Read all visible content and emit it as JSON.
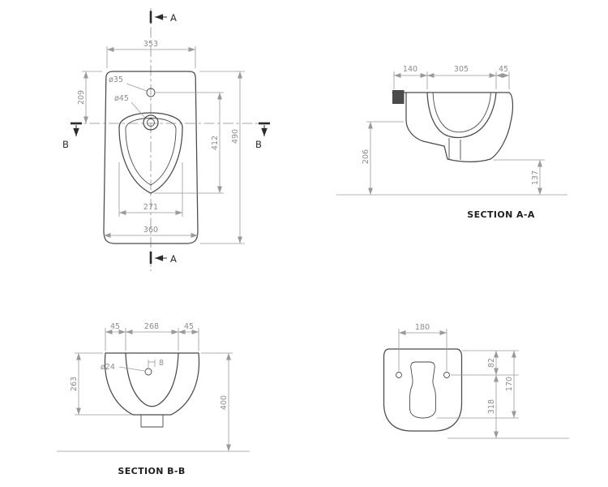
{
  "drawing": {
    "plan": {
      "dim_width_top": "353",
      "dim_back_to_hole": "209",
      "dim_total_depth": "490",
      "dim_hole_to_front": "412",
      "dim_bowl_width": "271",
      "dim_width_bottom": "360",
      "label_hole_small": "ø35",
      "label_hole_large": "ø45",
      "marker_a_top": "A",
      "marker_a_bottom": "A",
      "marker_b_left": "B",
      "marker_b_right": "B"
    },
    "section_aa": {
      "dim_back": "140",
      "dim_bowl": "305",
      "dim_front_rim": "45",
      "dim_height_back": "206",
      "dim_height_front": "137",
      "label": "SECTION A-A"
    },
    "section_bb": {
      "dim_wall_left": "45",
      "dim_bowl_width": "268",
      "dim_wall_right": "45",
      "dim_fixture_height": "263",
      "dim_total_height": "400",
      "label_hole": "ø24",
      "dim_hole_offset": "8",
      "label": "SECTION B-B"
    },
    "rear": {
      "dim_hole_spacing": "180",
      "dim_top_to_holes": "82",
      "dim_top_to_slot": "170",
      "dim_holes_to_floor": "318"
    },
    "colors": {
      "object_line": "#4a4a4a",
      "dim_line": "#9a9a9a",
      "dim_text": "#8c8c8c",
      "label_text": "#1f1f1f",
      "background": "#ffffff"
    }
  }
}
